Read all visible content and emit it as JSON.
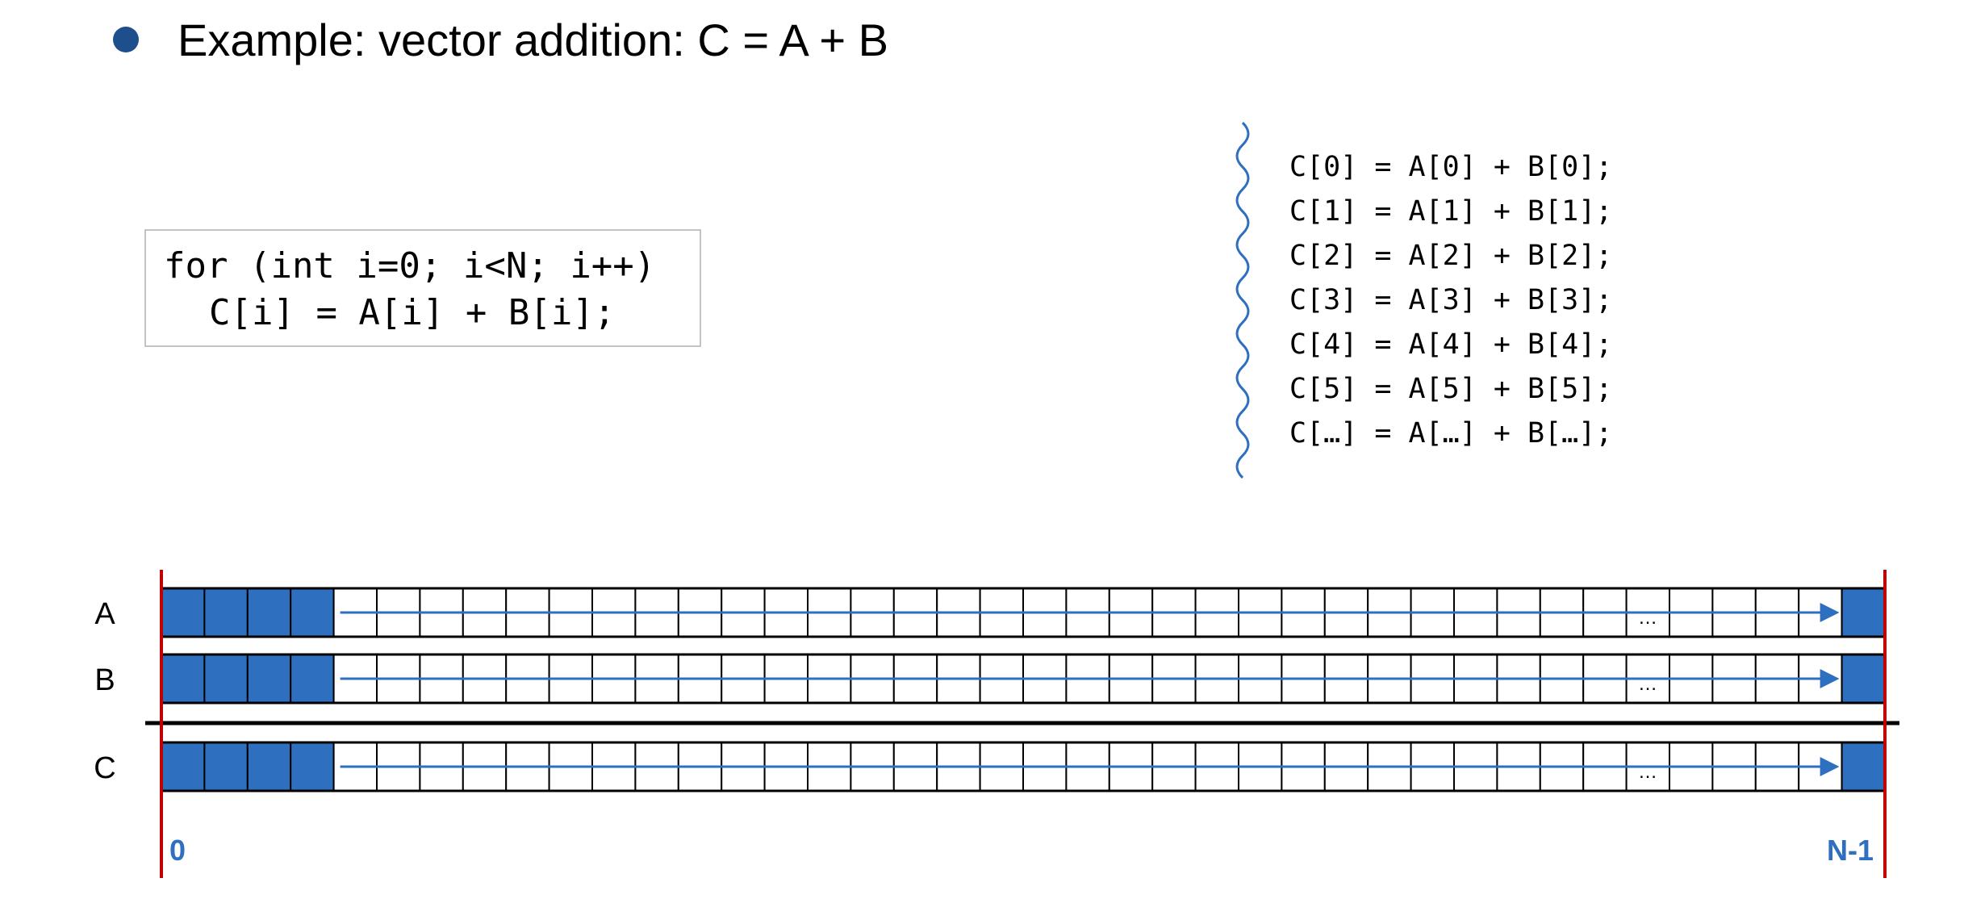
{
  "title": "Example: vector addition: C = A + B",
  "loop_code": {
    "line1": "for (int i=0; i<N; i++)",
    "line2": "C[i] = A[i] + B[i];"
  },
  "unrolled": [
    "C[0] = A[0] + B[0];",
    "C[1] = A[1] + B[1];",
    "C[2] = A[2] + B[2];",
    "C[3] = A[3] + B[3];",
    "C[4] = A[4] + B[4];",
    "C[5] = A[5] + B[5];",
    "C[…] = A[…] + B[…];"
  ],
  "arrays": [
    {
      "label": "A",
      "ellipsis": "…"
    },
    {
      "label": "B",
      "ellipsis": "…"
    },
    {
      "label": "C",
      "ellipsis": "…"
    }
  ],
  "index_start": "0",
  "index_end": "N-1",
  "colors": {
    "bullet": "#1f4e8c",
    "filled_cell": "#2e6fc0",
    "arrow": "#2e6fc0",
    "boundary": "#c00000",
    "index_label": "#2e6fc0"
  }
}
